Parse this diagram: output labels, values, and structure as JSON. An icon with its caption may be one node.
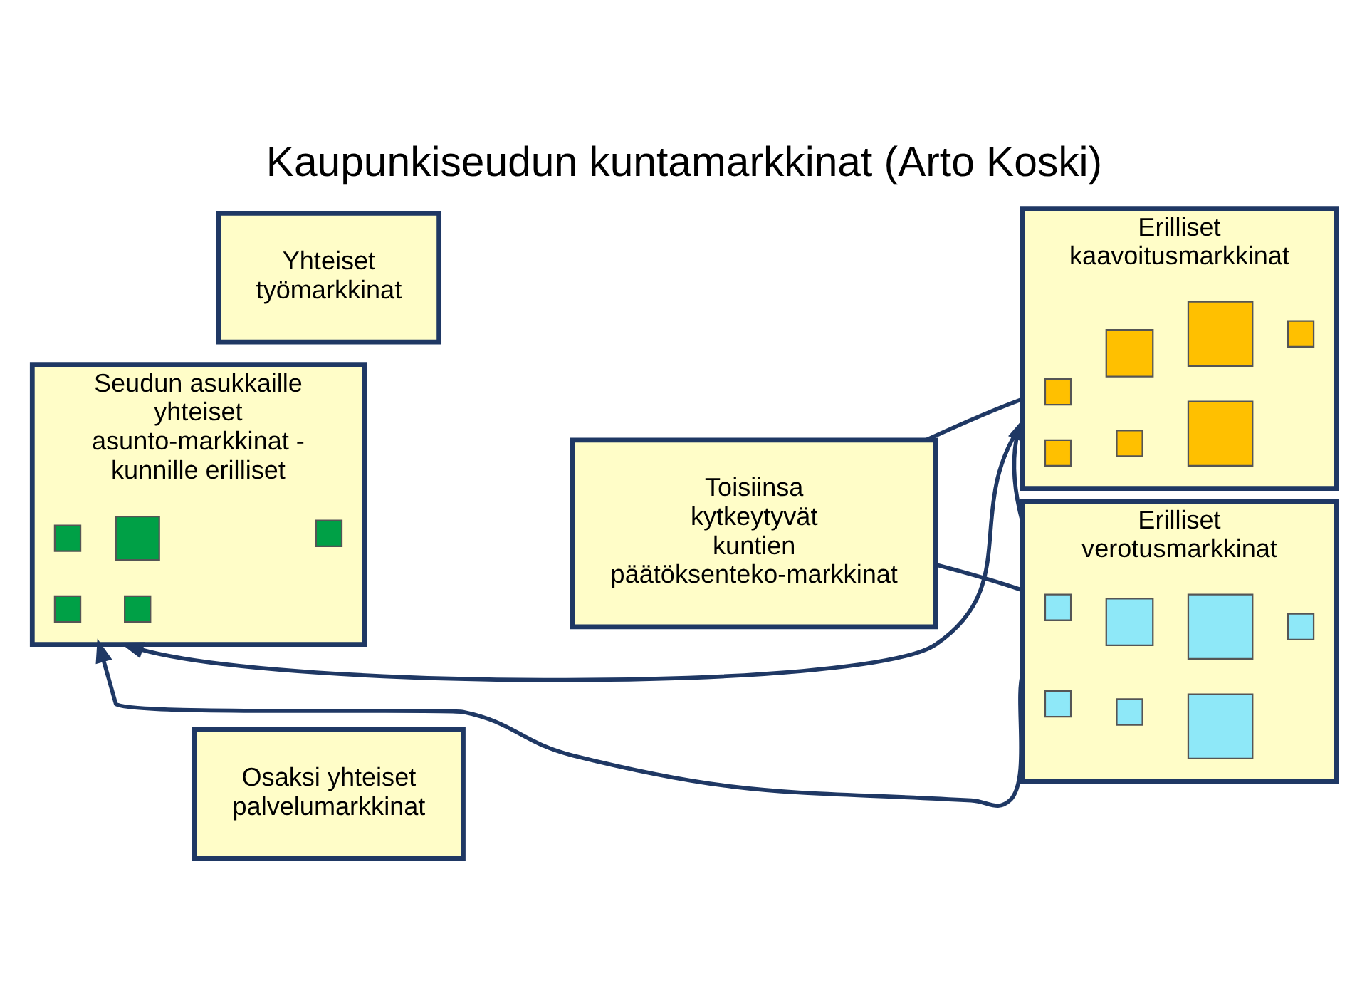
{
  "diagram": {
    "title": "Kaupunkiseudun kuntamarkkinat (Arto Koski)",
    "nodes": [
      {
        "text": [
          "Yhteiset työmarkkinat"
        ]
      },
      {
        "text": [
          "Osaksi yhteiset palvelumarkkinat"
        ]
      },
      {
        "text": [
          "Seudun asukkaille yhteiset asunto-markkinat - kunnille erilliset"
        ]
      },
      {
        "text": [],
        "shape": "box",
        "in": 2
      },
      {
        "text": [],
        "shape": "box",
        "in": 2
      },
      {
        "text": [],
        "shape": "box",
        "in": 2
      },
      {
        "text": [],
        "shape": "box",
        "in": 2
      },
      {
        "text": [],
        "shape": "box",
        "in": 2
      },
      {
        "text": [
          "Toisiinsa kytkeytyvät kuntien päätöksenteko-markkinat"
        ]
      },
      {
        "text": [
          "Erilliset kaavoitusmarkkinat"
        ]
      },
      {
        "text": [],
        "shape": "box",
        "in": 9
      },
      {
        "text": [],
        "shape": "box",
        "in": 9
      },
      {
        "text": [],
        "shape": "box",
        "in": 9
      },
      {
        "text": [],
        "shape": "box",
        "in": 9
      },
      {
        "text": [],
        "shape": "box",
        "in": 9
      },
      {
        "text": [],
        "shape": "box",
        "in": 9
      },
      {
        "text": [],
        "shape": "box",
        "in": 9
      },
      {
        "text": [
          "Erilliset verotusmarkkinat"
        ]
      },
      {
        "text": [],
        "shape": "box",
        "in": 17
      },
      {
        "text": [],
        "shape": "box",
        "in": 17
      },
      {
        "text": [],
        "shape": "box",
        "in": 17
      },
      {
        "text": [],
        "shape": "box",
        "in": 17
      },
      {
        "text": [],
        "shape": "box",
        "in": 17
      },
      {
        "text": [],
        "shape": "box",
        "in": 17
      },
      {
        "text": [],
        "shape": "box",
        "in": 17
      }
    ],
    "edges": [
      {
        "from": 8,
        "to": 9,
        "arrow": "none"
      },
      {
        "from": 8,
        "to": 17,
        "arrow": "none"
      },
      {
        "from": 17,
        "to": 9,
        "arrow": "to"
      },
      {
        "from": 9,
        "to": 2,
        "arrow": "to"
      },
      {
        "from": 17,
        "to": 2,
        "arrow": "to"
      }
    ]
  }
}
